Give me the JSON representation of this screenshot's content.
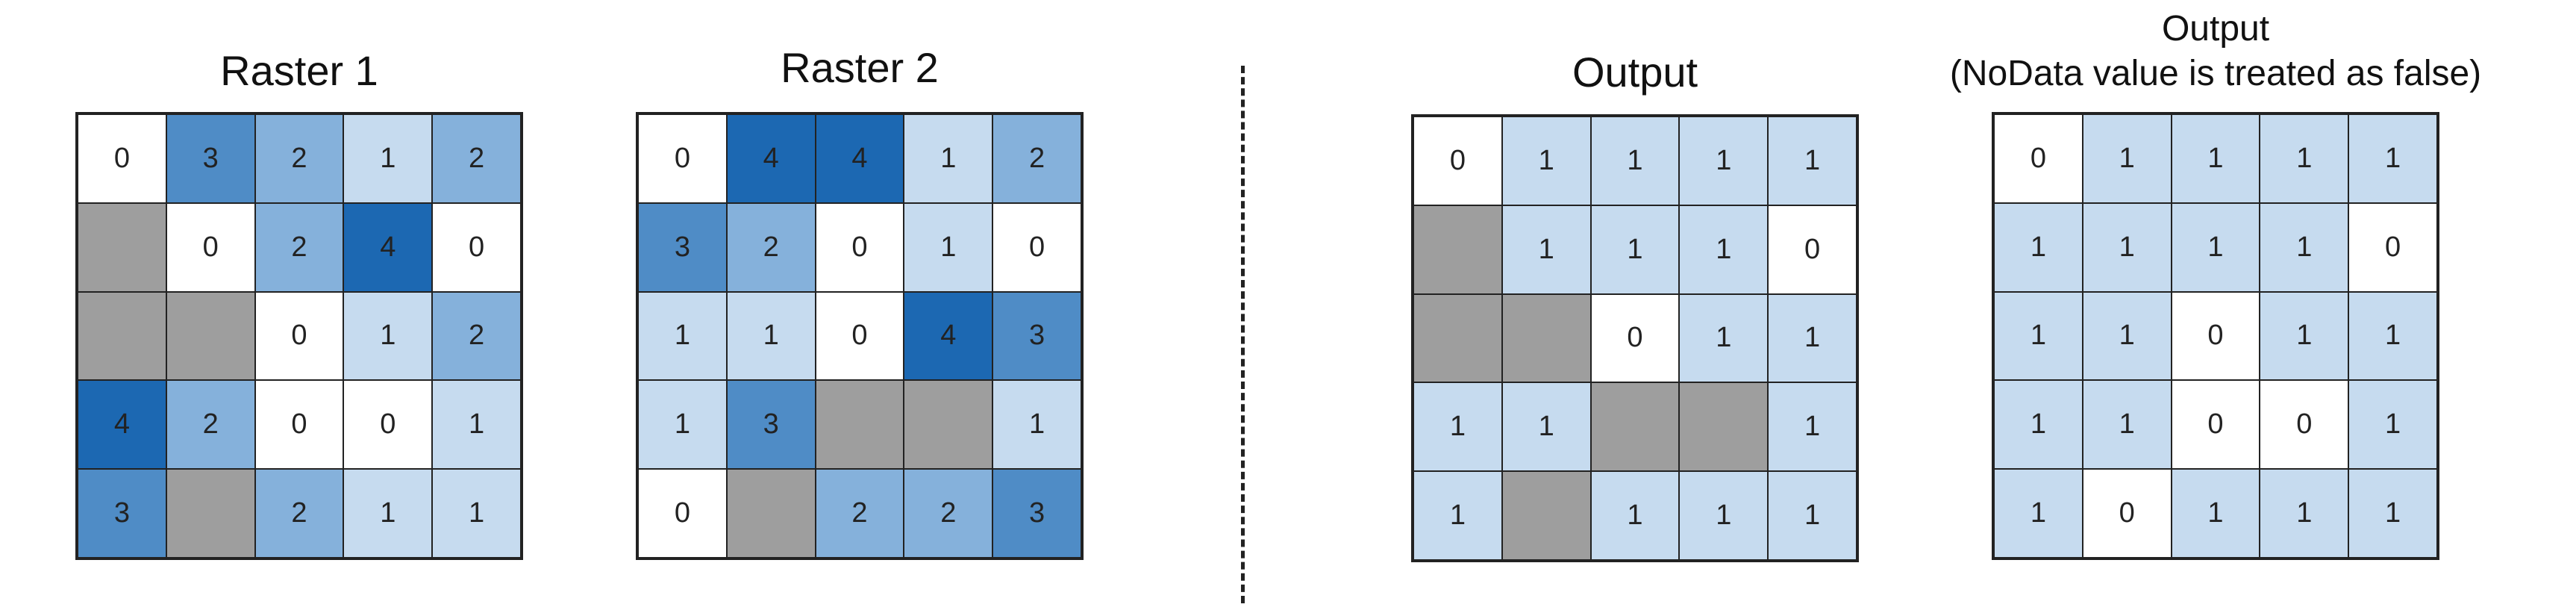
{
  "colors": {
    "0": "#ffffff",
    "1": "#c6dbef",
    "2": "#85b1db",
    "3": "#4f8cc6",
    "4": "#1c68b2",
    "nodata": "#9e9e9e"
  },
  "panels": [
    {
      "id": "raster1",
      "title": "Raster 1",
      "subtitle": "",
      "grid": [
        [
          "0",
          "3",
          "2",
          "1",
          "2"
        ],
        [
          null,
          "0",
          "2",
          "4",
          "0"
        ],
        [
          null,
          null,
          "0",
          "1",
          "2"
        ],
        [
          "4",
          "2",
          "0",
          "0",
          "1"
        ],
        [
          "3",
          null,
          "2",
          "1",
          "1"
        ]
      ]
    },
    {
      "id": "raster2",
      "title": "Raster 2",
      "subtitle": "",
      "grid": [
        [
          "0",
          "4",
          "4",
          "1",
          "2"
        ],
        [
          "3",
          "2",
          "0",
          "1",
          "0"
        ],
        [
          "1",
          "1",
          "0",
          "4",
          "3"
        ],
        [
          "1",
          "3",
          null,
          null,
          "1"
        ],
        [
          "0",
          null,
          "2",
          "2",
          "3"
        ]
      ]
    },
    {
      "id": "output",
      "title": "Output",
      "subtitle": "",
      "grid": [
        [
          "0",
          "1",
          "1",
          "1",
          "1"
        ],
        [
          null,
          "1",
          "1",
          "1",
          "0"
        ],
        [
          null,
          null,
          "0",
          "1",
          "1"
        ],
        [
          "1",
          "1",
          null,
          null,
          "1"
        ],
        [
          "1",
          null,
          "1",
          "1",
          "1"
        ]
      ]
    },
    {
      "id": "output-nodata-false",
      "title": "Output",
      "subtitle": "(NoData value is treated as false)",
      "grid": [
        [
          "0",
          "1",
          "1",
          "1",
          "1"
        ],
        [
          "1",
          "1",
          "1",
          "1",
          "0"
        ],
        [
          "1",
          "1",
          "0",
          "1",
          "1"
        ],
        [
          "1",
          "1",
          "0",
          "0",
          "1"
        ],
        [
          "1",
          "0",
          "1",
          "1",
          "1"
        ]
      ]
    }
  ]
}
